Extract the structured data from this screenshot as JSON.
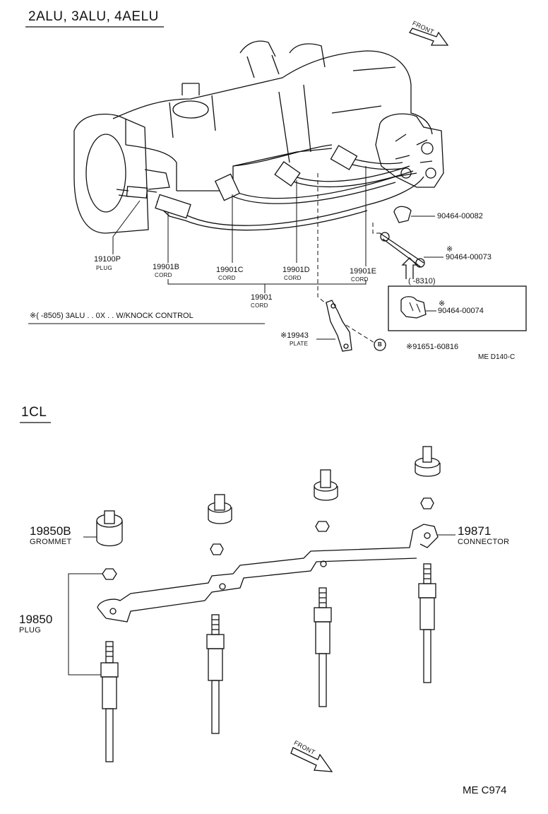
{
  "section1": {
    "title": "2ALU, 3ALU, 4AELU",
    "front_label": "FRONT",
    "parts": {
      "plug": {
        "number": "19100P",
        "name": "PLUG"
      },
      "cord_b": {
        "number": "19901B",
        "name": "CORD"
      },
      "cord_c": {
        "number": "19901C",
        "name": "CORD"
      },
      "cord_d": {
        "number": "19901D",
        "name": "CORD"
      },
      "cord_e": {
        "number": "19901E",
        "name": "CORD"
      },
      "cord_set": {
        "number": "19901",
        "name": "CORD"
      },
      "clamp_1": {
        "number": "90464-00082"
      },
      "clamp_2": {
        "mark": "※",
        "number": "90464-00073"
      },
      "clamp_3": {
        "mark": "※",
        "number": "90464-00074"
      },
      "plate": {
        "number": "※19943",
        "name": "PLATE"
      },
      "bolt": {
        "mark": "B",
        "number": "※91651-60816"
      }
    },
    "box_label": "(      -8310)",
    "note": "※(      -8505) 3ALU . . 0X . . W/KNOCK CONTROL",
    "code": "ME D140-C"
  },
  "section2": {
    "title": "1CL",
    "front_label": "FRONT",
    "parts": {
      "grommet": {
        "number": "19850B",
        "name": "GROMMET"
      },
      "plug": {
        "number": "19850",
        "name": "PLUG"
      },
      "connector": {
        "number": "19871",
        "name": "CONNECTOR"
      }
    },
    "code": "ME C974"
  }
}
